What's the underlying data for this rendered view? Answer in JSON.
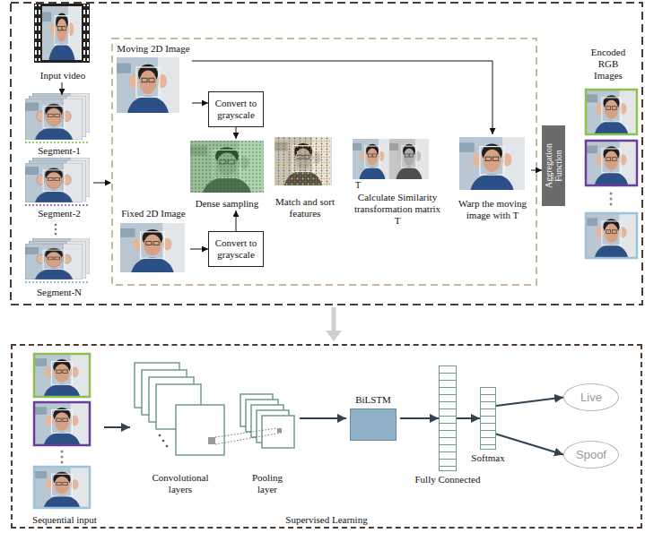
{
  "diagram": {
    "nodes": [
      {
        "text": [
          "Input video"
        ]
      },
      {
        "text": [
          "Segment-1"
        ]
      },
      {
        "text": [
          "Segment-2"
        ]
      },
      {
        "text": [
          "Segment-N"
        ]
      },
      {
        "text": [
          "Moving 2D Image"
        ]
      },
      {
        "text": [
          "Convert to grayscale"
        ]
      },
      {
        "text": [
          "Fixed 2D Image"
        ]
      },
      {
        "text": [
          "Convert to grayscale"
        ]
      },
      {
        "text": [
          "Dense sampling"
        ]
      },
      {
        "text": [
          "Match and sort features"
        ]
      },
      {
        "text": [
          "Calculate Similarity transformation matrix T"
        ]
      },
      {
        "text": [
          "Warp the moving image with T"
        ]
      },
      {
        "text": [
          "Aggregation Function"
        ]
      },
      {
        "text": [
          "Encoded RGB Images"
        ]
      },
      {
        "text": [
          "Supervised Learning"
        ]
      },
      {
        "text": [
          "Sequential input"
        ],
        "in": 14
      },
      {
        "text": [
          "Convolutional layers"
        ],
        "in": 14
      },
      {
        "text": [
          "Pooling layer"
        ],
        "in": 14
      },
      {
        "text": [
          "BiLSTM"
        ],
        "in": 14
      },
      {
        "text": [
          "Fully Connected"
        ],
        "in": 14
      },
      {
        "text": [
          "Softmax"
        ],
        "in": 14
      },
      {
        "text": [
          "Live"
        ],
        "in": 14
      },
      {
        "text": [
          "Spoof"
        ],
        "in": 14
      }
    ],
    "edges": [
      {
        "from": 0,
        "to": 1,
        "arrow": "to"
      },
      {
        "from": 4,
        "to": 5,
        "arrow": "to"
      },
      {
        "from": 5,
        "to": 8,
        "arrow": "to"
      },
      {
        "from": 6,
        "to": 7,
        "arrow": "to"
      },
      {
        "from": 7,
        "to": 8,
        "arrow": "to"
      },
      {
        "from": 4,
        "to": 11,
        "arrow": "to"
      },
      {
        "from": 11,
        "to": 12,
        "arrow": "to"
      },
      {
        "from": 15,
        "to": 16,
        "arrow": "to"
      },
      {
        "from": 17,
        "to": 18,
        "arrow": "to"
      },
      {
        "from": 18,
        "to": 19,
        "arrow": "to"
      },
      {
        "from": 19,
        "to": 20,
        "arrow": "to"
      },
      {
        "from": 20,
        "to": 21,
        "arrow": "to"
      },
      {
        "from": 20,
        "to": 22,
        "arrow": "to"
      }
    ],
    "labels": [
      "T"
    ]
  }
}
